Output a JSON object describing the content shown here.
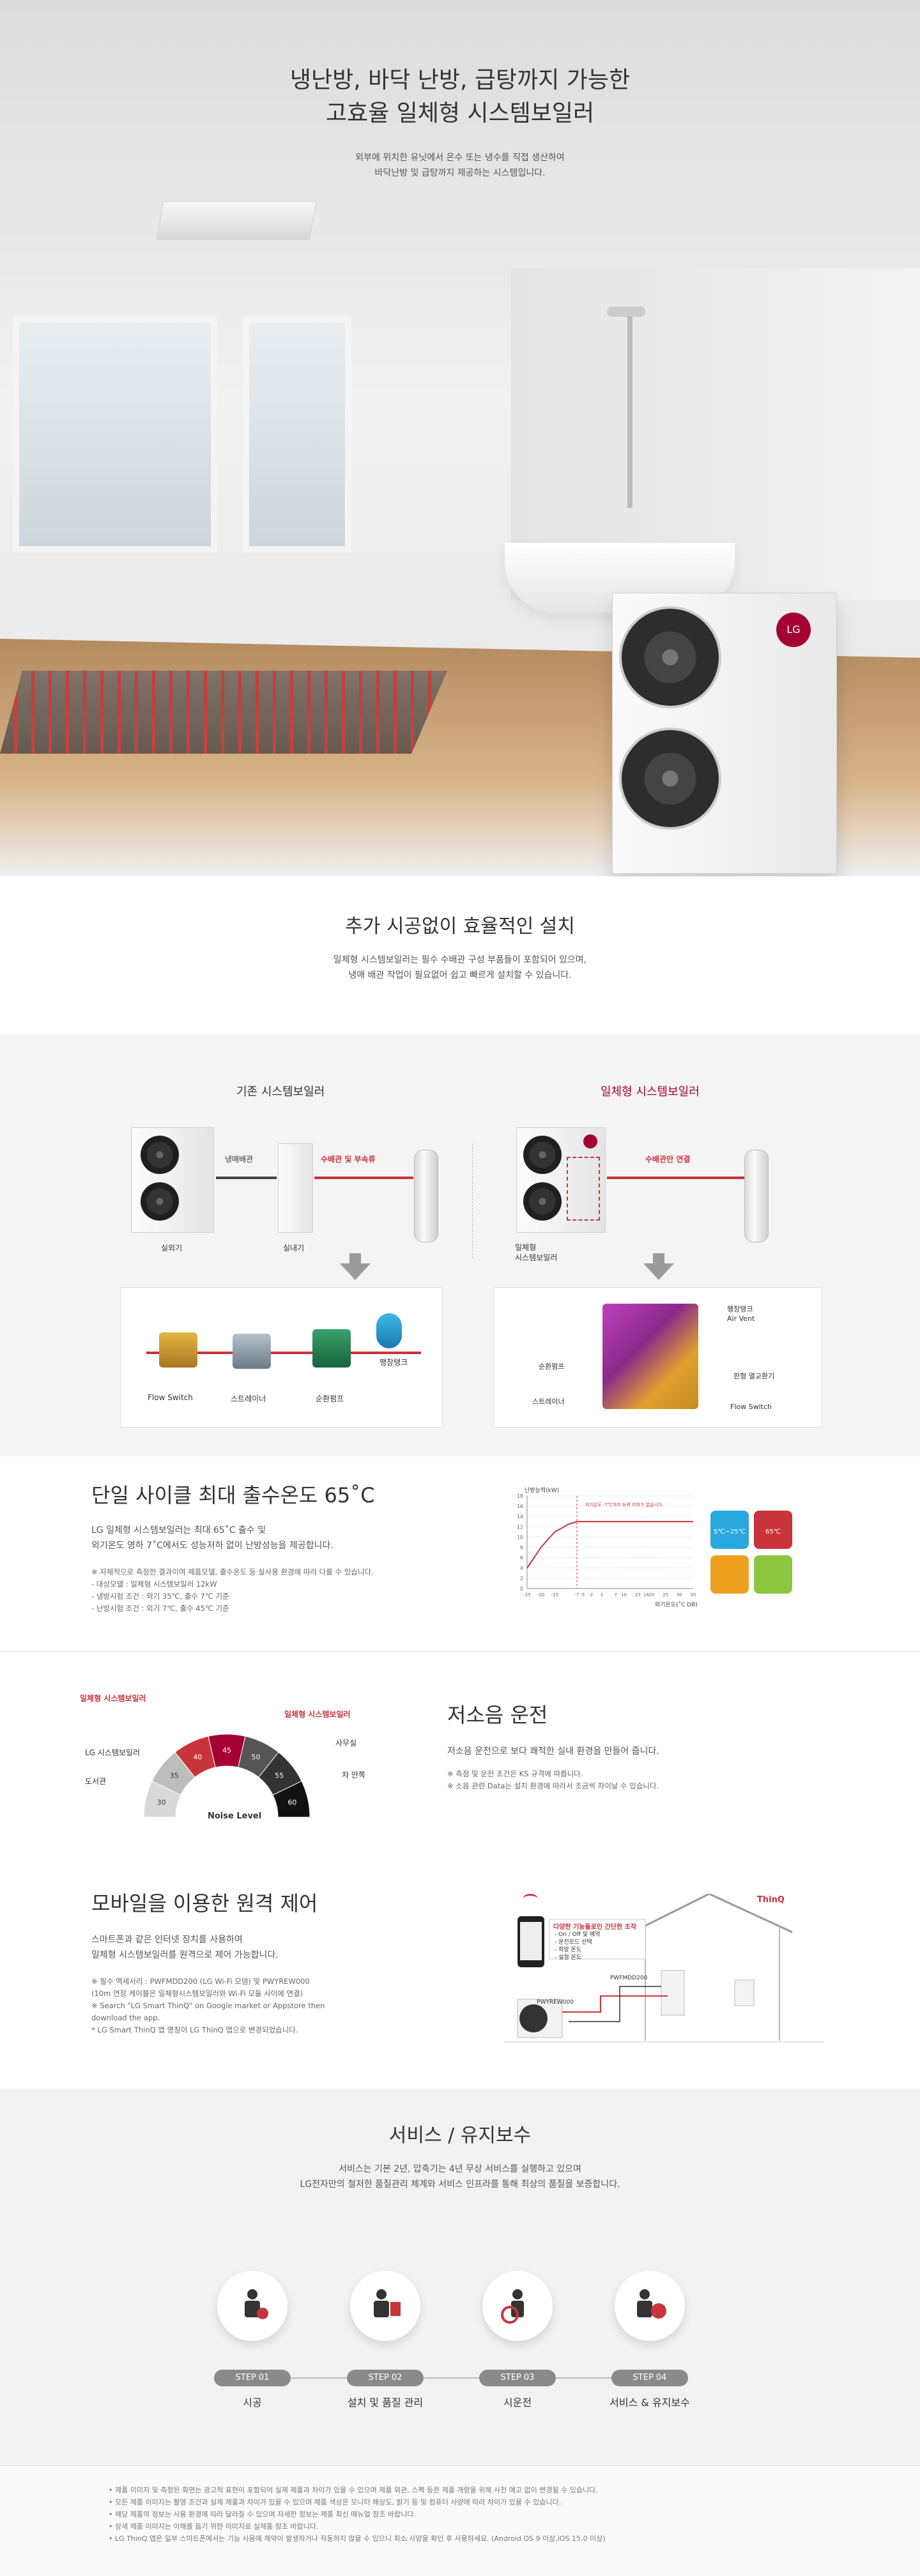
{
  "hero": {
    "title_line1": "냉난방, 바닥 난방, 급탕까지 가능한",
    "title_line2": "고효율 일체형 시스템보일러",
    "desc_line1": "외부에 위치한 유닛에서 온수 또는 냉수를 직접 생산하여",
    "desc_line2": "바닥난방 및 급탕까지 제공하는 시스템입니다.",
    "brand": "LG"
  },
  "install": {
    "title": "추가 시공없이 효율적인 설치",
    "desc_line1": "일체형 시스템보일러는 필수 수배관 구성 부품들이 포함되어 있으며,",
    "desc_line2": "냉매 배관 작업이 필요없어 쉽고 빠르게 설치할 수 있습니다.",
    "left": {
      "title": "기존 시스템보일러",
      "outdoor_label": "실외기",
      "pipe_label": "냉매배관",
      "indoor_label": "실내기",
      "pipe2_label": "수배관 및 부속류",
      "parts": [
        "Flow Switch",
        "스트레이너",
        "순환펌프",
        "팽창탱크"
      ]
    },
    "right": {
      "title": "일체형 시스템보일러",
      "unit_label_line1": "일체형",
      "unit_label_line2": "시스템보일러",
      "pipe_label": "수배관만 연결",
      "callouts_left": [
        "순환펌프",
        "스트레이너"
      ],
      "callouts_right": [
        "팽창탱크",
        "Air Vent",
        "판형 열교환기",
        "Flow Switch"
      ]
    }
  },
  "temp": {
    "title": "단일 사이클 최대 출수온도 65˚C",
    "desc_line1": "LG 일체형 시스템보일러는 최대 65˚C 출수 및",
    "desc_line2": "외기온도 영하 7˚C에서도 성능저하 없이 난방성능을 제공합니다.",
    "notes": [
      "※ 자체적으로 측정한 결과이며 제품모델, 출수온도 등 실사용 환경에 따라 다를 수 있습니다.",
      "- 대상모델 : 일체형 시스템보일러 12kW",
      "- 냉방시험 조건 : 외기 35℃, 출수 7℃ 기준",
      "- 난방시험 조건 : 외기 7℃, 출수 45℃ 기준"
    ],
    "tiles": [
      {
        "label": "5℃~25℃",
        "color": "#29a8e0"
      },
      {
        "label": "65℃",
        "color": "#c9343a"
      },
      {
        "label": "",
        "color": "#f0a020"
      },
      {
        "label": "",
        "color": "#8cc63f"
      }
    ]
  },
  "chart_data": {
    "type": "line",
    "ylabel": "난방능력(kW)",
    "xlabel": "외기온도(˚C DB)",
    "x_ticks": [
      "-25",
      "-20",
      "-15",
      "-7",
      "-5",
      "-2",
      "2",
      "7",
      "10",
      "15",
      "18",
      "20",
      "25",
      "30",
      "35"
    ],
    "y_ticks": [
      "0",
      "2",
      "4",
      "6",
      "8",
      "10",
      "12",
      "14",
      "16",
      "18"
    ],
    "ylim": [
      0,
      18
    ],
    "annotation": "외기온도 -7℃까지 능력 저하가 없습니다.",
    "series": [
      {
        "x": [
          -25,
          -20,
          -15,
          -10,
          -7,
          -5,
          -2,
          2,
          7,
          10,
          15,
          18,
          20,
          25,
          30,
          35
        ],
        "y": [
          4,
          8,
          11,
          12.5,
          13,
          13,
          13,
          13,
          13,
          13,
          13,
          13,
          13,
          13,
          13,
          13
        ]
      }
    ]
  },
  "noise": {
    "title": "저소음 운전",
    "desc": "저소음 운전으로 보다 쾌적한 실내 환경을 만들어 줍니다.",
    "notes": [
      "※ 측정 및 운전 조건은 KS 규격에 따릅니다.",
      "※ 소음 관련 Data는 설치 환경에 따라서 조금씩 차이날 수 있습니다."
    ],
    "gauge_title": "Noise Level",
    "left_label1": "일체형 시스템보일러",
    "left_label2": "LG 시스템보일러",
    "left_label3": "도서관",
    "right_label1": "일체형 시스템보일러",
    "right_label2": "사무실",
    "right_label3": "차 안쪽",
    "segments": [
      "30",
      "35",
      "40",
      "45",
      "50",
      "55",
      "60"
    ]
  },
  "remote": {
    "title": "모바일을 이용한 원격 제어",
    "desc_line1": "스마트폰과 같은 인터넷 장치를 사용하여",
    "desc_line2": "일체형 시스템보일러를 원격으로 제어 가능합니다.",
    "notes": [
      "※ 필수 액세서리 : PWFMDD200 (LG Wi-Fi 모뎀) 및 PWYREW000",
      "(10m 연장 케이블은 일체형시스템보일러와 Wi-Fi 모듈 사이에 연결)",
      "※ Search \"LG Smart ThinQ\" on Google market or Appstore then",
      "download the app.",
      "* LG Smart ThinQ 앱 명칭이 LG ThinQ 앱으로 변경되었습니다."
    ],
    "bubble_title": "다양한 기능들로인 간단한 조작",
    "bubble_items": [
      "- On / Off 및 예약",
      "- 운전모드 선택",
      "- 희망 온도",
      "- 설정 온도"
    ],
    "module1": "PWFMDD200",
    "module2": "PWYREW000",
    "thinq": "ThinQ"
  },
  "service": {
    "title": "서비스 / 유지보수",
    "desc_line1": "서비스는 기본 2년, 압축기는 4년 무상 서비스를 실행하고 있으며",
    "desc_line2": "LG전자만의 철저한 품질관리 체계와 서비스 인프라를 통해 최상의 품질을 보증합니다.",
    "steps": [
      {
        "pill": "STEP 01",
        "name": "시공"
      },
      {
        "pill": "STEP 02",
        "name": "설치 및 품질 관리"
      },
      {
        "pill": "STEP 03",
        "name": "시운전"
      },
      {
        "pill": "STEP 04",
        "name": "서비스 & 유지보수"
      }
    ]
  },
  "footer": {
    "notes": [
      "• 제품 이미지 및 측정된 화면는 광고적 표현이 포함되어 실제 제품과 차이가 있을 수 있으며 제품 외관, 스펙 등은 제품 개량을 위해 사전 예고 없이 변경될 수 있습니다.",
      "• 모든 제품 이미지는 촬영 조건과 실제 제품과 차이가 있을 수 있으며 제품 색상은 모니터 해상도, 밝기 등 및 컴퓨터 사양에 따라 차이가 있을 수 있습니다.",
      "• 해당 제품의 정보는 사용 환경에 따라 달라질 수 있으며 자세한 정보는 제품 최신 매뉴얼 참조 바랍니다.",
      "• 상세 제품 이미지는 이해를 돕기 위한 이미지로 실제품 참조 바랍니다.",
      "• LG ThinQ 앱은 일부 스마트폰에서는 기능 사용에 제약이 발생하거나 작동하지 않을 수 있으니 최소 사양을 확인 후 사용하세요. (Android OS 9 이상,iOS 15.0 이상)"
    ]
  }
}
